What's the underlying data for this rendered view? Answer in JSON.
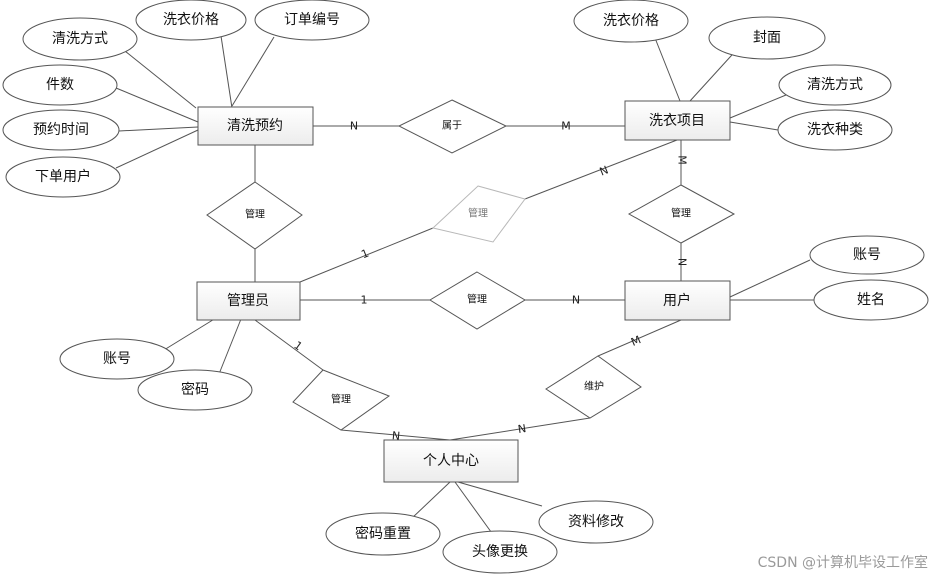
{
  "colors": {
    "line": "#555555",
    "shape_stroke": "#555555",
    "faded_stroke": "#b8b8b8",
    "entity_fill_top": "#ffffff",
    "entity_fill_bottom": "#ededed",
    "watermark": "#9a9a9a"
  },
  "entities": {
    "cleaning_reservation": "清洗预约",
    "laundry_item": "洗衣项目",
    "admin": "管理员",
    "user": "用户",
    "personal_center": "个人中心"
  },
  "relationships": {
    "belongs_to": "属于",
    "manage_reservation": "管理",
    "manage_item_admin": "管理",
    "manage_item_user": "管理",
    "manage_user": "管理",
    "manage_center": "管理",
    "maintain": "维护"
  },
  "attributes": {
    "reservation_wash_method": "清洗方式",
    "reservation_price": "洗衣价格",
    "reservation_order_no": "订单编号",
    "reservation_count": "件数",
    "reservation_time": "预约时间",
    "reservation_user": "下单用户",
    "item_price": "洗衣价格",
    "item_cover": "封面",
    "item_wash_method": "清洗方式",
    "item_category": "洗衣种类",
    "user_account": "账号",
    "user_name": "姓名",
    "admin_account": "账号",
    "admin_password": "密码",
    "center_password_reset": "密码重置",
    "center_avatar_change": "头像更换",
    "center_profile_edit": "资料修改"
  },
  "cardinalities": {
    "reservation_belongs": "N",
    "item_belongs": "M",
    "item_admin_manage": "N",
    "admin_item_manage": "1",
    "item_user_manage": "M",
    "user_item_manage": "N",
    "admin_user_manage": "1",
    "user_admin_manage": "N",
    "admin_center_manage": "1",
    "center_admin_manage": "N",
    "center_maintain": "N",
    "user_maintain": "M"
  },
  "watermark": "CSDN @计算机毕设工作室"
}
